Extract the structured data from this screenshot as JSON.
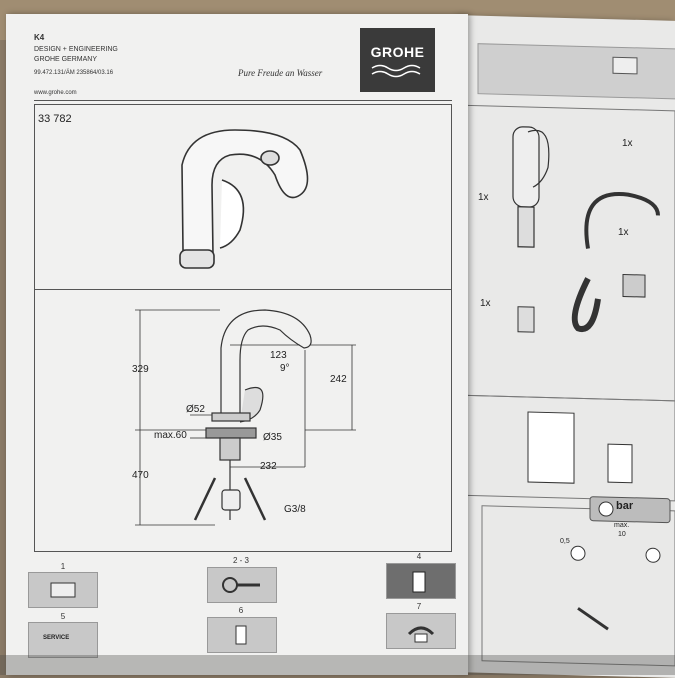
{
  "header": {
    "line1": "K4",
    "line2": "DESIGN + ENGINEERING",
    "line3": "GROHE GERMANY",
    "line4": "99.472.131/ÄM 235864/03.16",
    "website": "www.grohe.com"
  },
  "brand": {
    "logo": "GROHE",
    "slogan": "Pure Freude an Wasser"
  },
  "product_code": "33 782",
  "dimensions": {
    "d329": "329",
    "d123": "123",
    "d9deg": "9°",
    "d242": "242",
    "d52": "Ø52",
    "max60": "max.60",
    "d35": "Ø35",
    "d470": "470",
    "d232": "232",
    "thread": "G3/8"
  },
  "steps": [
    {
      "num": "1"
    },
    {
      "num": "2 - 3"
    },
    {
      "num": "4"
    },
    {
      "num": "5",
      "label": "SERVICE"
    },
    {
      "num": "6"
    },
    {
      "num": "7"
    }
  ],
  "right_page": {
    "qty_1x": "1x",
    "pressure_unit": "bar",
    "max_label": "max.",
    "max_value": "10",
    "min_value": "0,5"
  },
  "colors": {
    "paper": "#f1f1f0",
    "logo_bg": "#3a3a3a",
    "step_box": "#c8c8c8",
    "step_box_dark": "#6e6e6e"
  }
}
